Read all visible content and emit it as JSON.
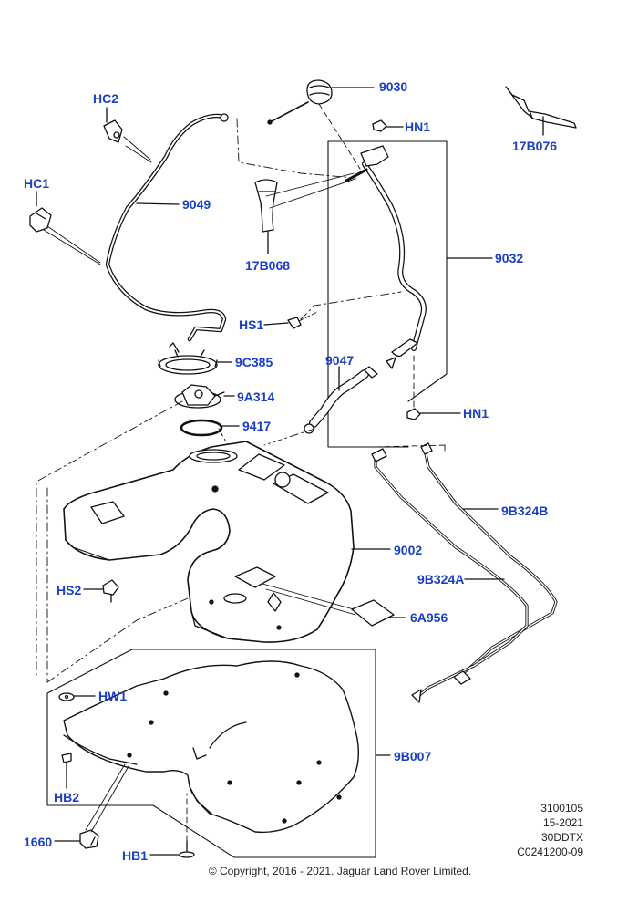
{
  "callouts": {
    "c9030": "9030",
    "hc2": "HC2",
    "hn1_top": "HN1",
    "c17b076": "17B076",
    "hc1": "HC1",
    "c9049": "9049",
    "c17b068": "17B068",
    "c9032": "9032",
    "hs1": "HS1",
    "c9c385": "9C385",
    "c9047": "9047",
    "c9a314": "9A314",
    "hn1_bottom": "HN1",
    "c9417": "9417",
    "c9b324b": "9B324B",
    "c9002": "9002",
    "c9b324a": "9B324A",
    "hs2": "HS2",
    "c6a956": "6A956",
    "hw1": "HW1",
    "c9b007": "9B007",
    "hb2": "HB2",
    "c1660": "1660",
    "hb1": "HB1"
  },
  "meta": {
    "code1": "3100105",
    "code2": "15-2021",
    "code3": "30DDTX",
    "code4": "C0241200-09"
  },
  "copyright": "© Copyright, 2016 - 2021. Jaguar Land Rover Limited.",
  "colors": {
    "callout": "#1a3fc4",
    "line": "#111111",
    "fill": "#ffffff"
  }
}
